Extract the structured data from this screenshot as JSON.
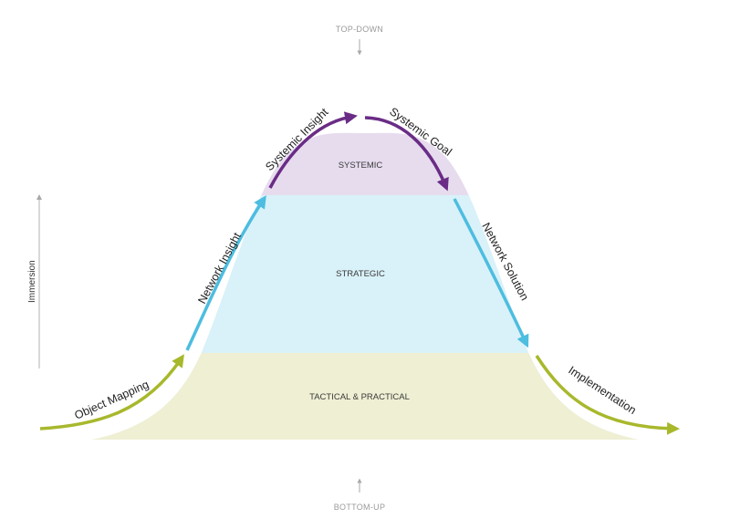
{
  "diagram": {
    "top_label": "TOP-DOWN",
    "bottom_label": "BOTTOM-UP",
    "axis_label": "Immersion",
    "bands": [
      {
        "id": "systemic",
        "label": "SYSTEMIC",
        "color": "#e6dcee"
      },
      {
        "id": "strategic",
        "label": "STRATEGIC",
        "color": "#d9f1f8"
      },
      {
        "id": "tactical",
        "label": "TACTICAL & PRACTICAL",
        "color": "#eeefd3"
      }
    ],
    "arrows": [
      {
        "id": "object-mapping",
        "label": "Object Mapping",
        "color": "#a8b82c"
      },
      {
        "id": "network-insight",
        "label": "Network Insight",
        "color": "#4dbde0"
      },
      {
        "id": "systemic-insight",
        "label": "Systemic Insight",
        "color": "#6a2c86"
      },
      {
        "id": "systemic-goal",
        "label": "Systemic Goal",
        "color": "#6a2c86"
      },
      {
        "id": "network-solution",
        "label": "Network Solution",
        "color": "#4dbde0"
      },
      {
        "id": "implementation",
        "label": "Implementation",
        "color": "#a8b82c"
      }
    ],
    "guide_color": "#a8a8a8"
  }
}
